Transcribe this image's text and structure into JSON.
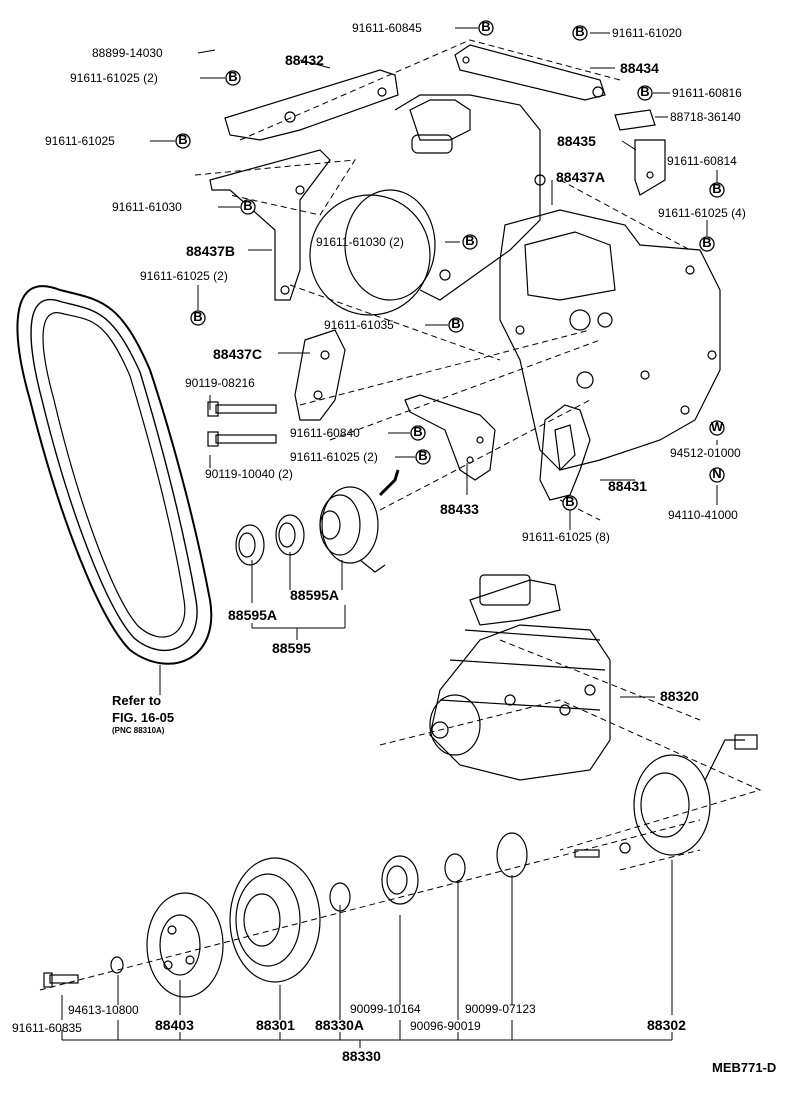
{
  "figure_code": "MEB771-D",
  "reference": {
    "line1": "Refer to",
    "line2": "FIG. 16-05",
    "line3": "(PNC 88310A)"
  },
  "markers": {
    "bolt": "B",
    "washer": "W",
    "nut": "N"
  },
  "parts": {
    "p88899_14030": "88899-14030",
    "p91611_61025_2a": "91611-61025 (2)",
    "p91611_61025": "91611-61025",
    "p91611_61030": "91611-61030",
    "p88437B": "88437B",
    "p91611_61025_2b": "91611-61025 (2)",
    "p88432": "88432",
    "p91611_60845": "91611-60845",
    "p91611_61020": "91611-61020",
    "p88434": "88434",
    "p91611_60816": "91611-60816",
    "p88718_36140": "88718-36140",
    "p88435": "88435",
    "p91611_60814": "91611-60814",
    "p88437A": "88437A",
    "p91611_61025_4": "91611-61025 (4)",
    "p91611_61030_2": "91611-61030 (2)",
    "p91611_61035": "91611-61035",
    "p88437C": "88437C",
    "p90119_08216": "90119-08216",
    "p90119_10040_2": "90119-10040 (2)",
    "p91611_60840": "91611-60840",
    "p91611_61025_2c": "91611-61025 (2)",
    "p88433": "88433",
    "p88431": "88431",
    "p94512_01000": "94512-01000",
    "p94110_41000": "94110-41000",
    "p91611_61025_8": "91611-61025 (8)",
    "p88595A_top": "88595A",
    "p88595A_bot": "88595A",
    "p88595": "88595",
    "p88320": "88320",
    "p91611_60835": "91611-60835",
    "p94613_10800": "94613-10800",
    "p88403": "88403",
    "p88301": "88301",
    "p88330A": "88330A",
    "p90099_10164": "90099-10164",
    "p90096_90019": "90096-90019",
    "p90099_07123": "90099-07123",
    "p88302": "88302",
    "p88330": "88330"
  }
}
